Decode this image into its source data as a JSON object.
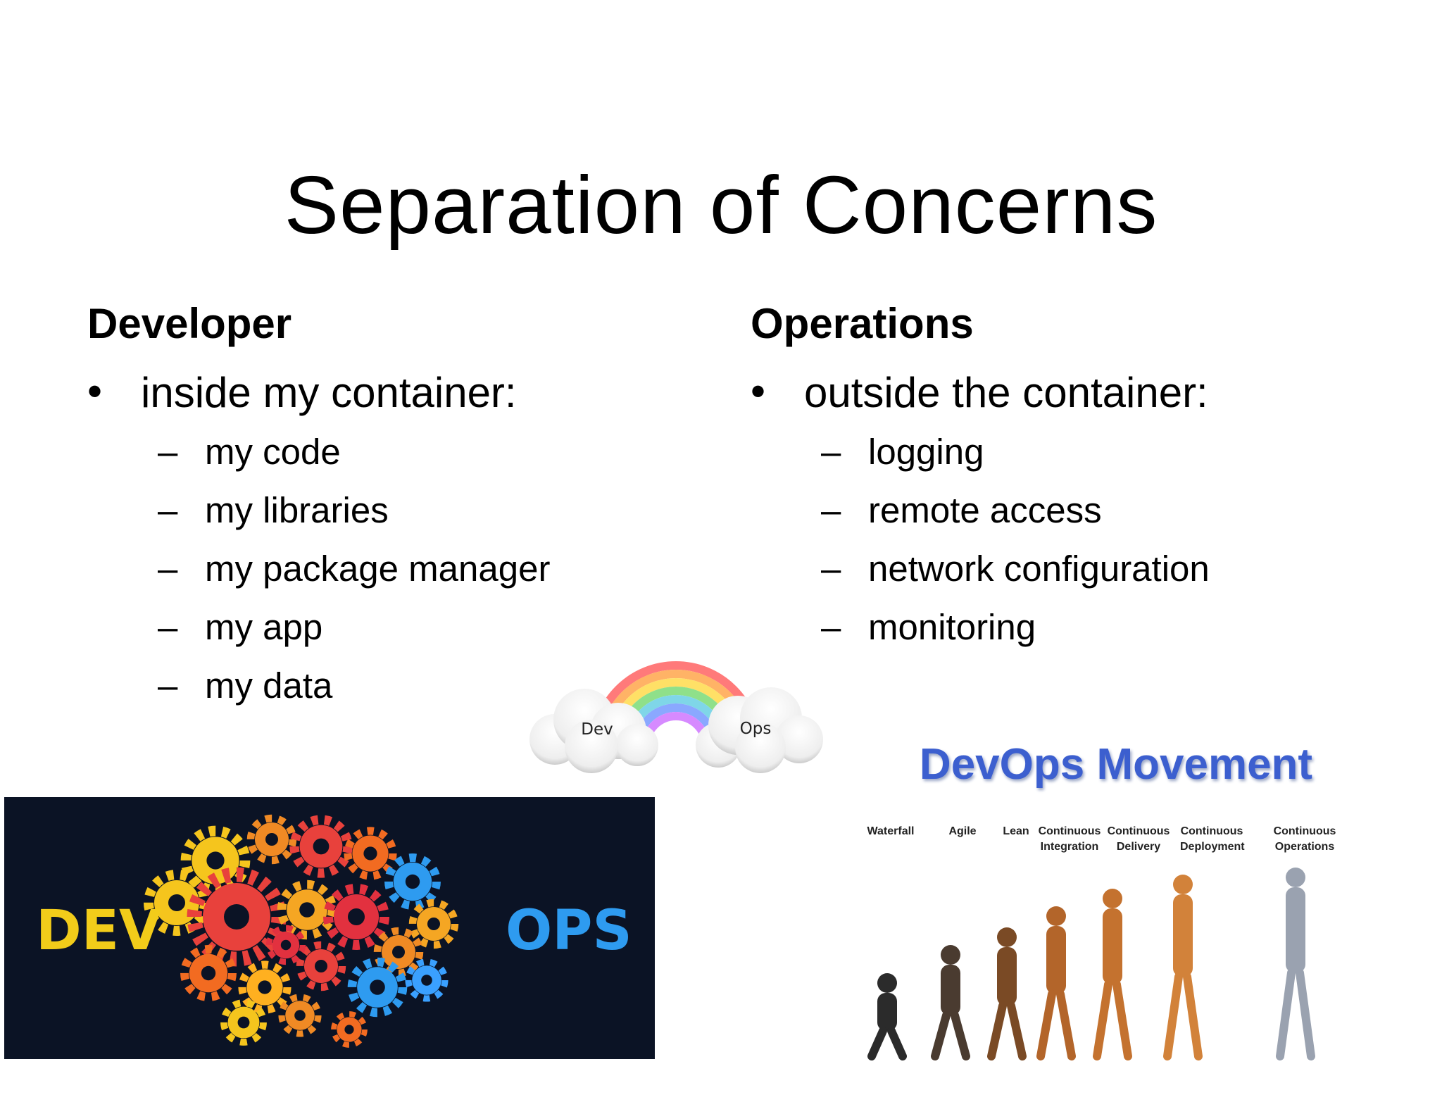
{
  "slide": {
    "title": "Separation of Concerns"
  },
  "developer": {
    "heading": "Developer",
    "bullet": "inside my container:",
    "items": [
      "my code",
      "my libraries",
      "my package manager",
      "my app",
      "my data"
    ]
  },
  "operations": {
    "heading": "Operations",
    "bullet": "outside the container:",
    "items": [
      "logging",
      "remote access",
      "network configuration",
      "monitoring"
    ]
  },
  "symbols": {
    "bullet": "•",
    "dash": "–"
  },
  "rainbow": {
    "left_cloud": "Dev",
    "right_cloud": "Ops"
  },
  "brain_image": {
    "left_label": "DEV",
    "right_label": "OPS"
  },
  "evolution_image": {
    "title": "DevOps Movement",
    "stages": [
      {
        "line1": "",
        "line2": "Waterfall"
      },
      {
        "line1": "",
        "line2": "Agile"
      },
      {
        "line1": "",
        "line2": "Lean"
      },
      {
        "line1": "Continuous",
        "line2": "Integration"
      },
      {
        "line1": "Continuous",
        "line2": "Delivery"
      },
      {
        "line1": "Continuous",
        "line2": "Deployment"
      },
      {
        "line1": "Continuous",
        "line2": "Operations"
      }
    ]
  },
  "colors": {
    "title_blue": "#3c5fcf",
    "brain_bg": "#0b1325",
    "dev_label": "#f2cc1a",
    "ops_label": "#2e9bf0"
  }
}
